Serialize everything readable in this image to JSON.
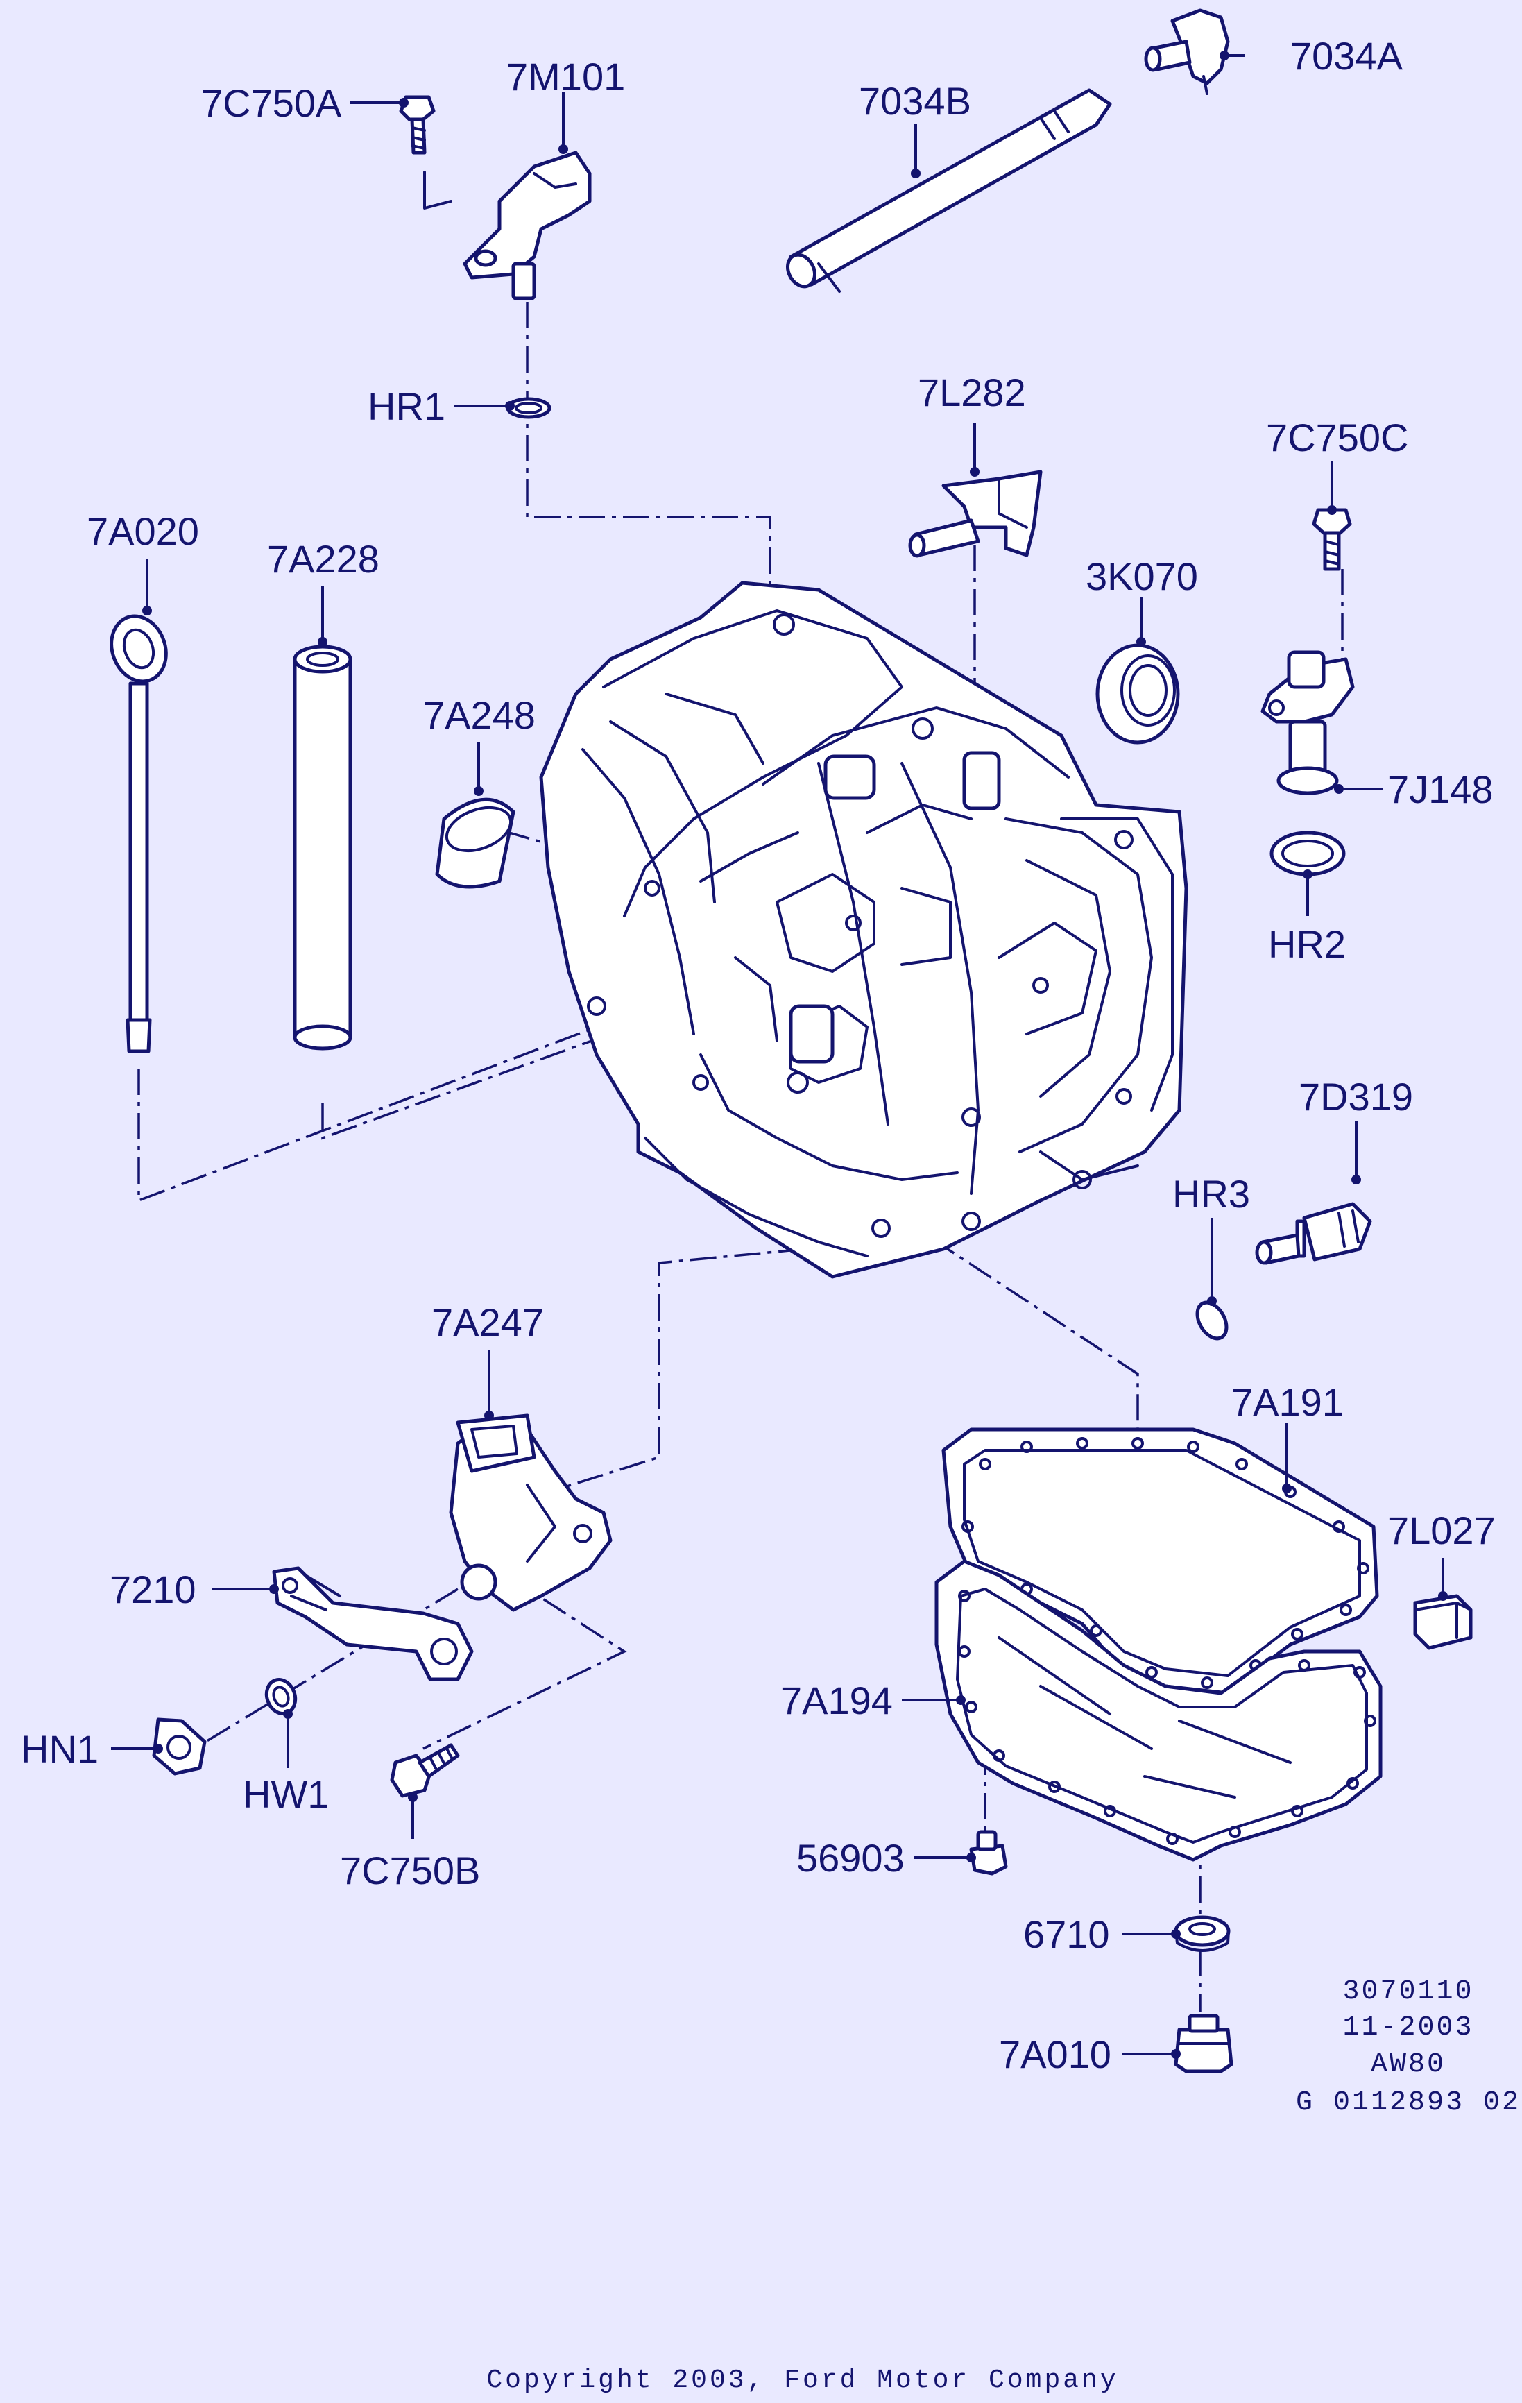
{
  "colors": {
    "background": "#e9e9ff",
    "ink": "#14146e"
  },
  "labels": {
    "p7C750A": "7C750A",
    "p7M101": "7M101",
    "p7034B": "7034B",
    "p7034A": "7034A",
    "pHR1": "HR1",
    "p7L282": "7L282",
    "p7C750C": "7C750C",
    "p7A020": "7A020",
    "p7A228": "7A228",
    "p3K070": "3K070",
    "p7A248": "7A248",
    "p7J148": "7J148",
    "pHR2": "HR2",
    "p7D319": "7D319",
    "pHR3": "HR3",
    "p7A247": "7A247",
    "p7A191": "7A191",
    "p7L027": "7L027",
    "p7210": "7210",
    "p7A194": "7A194",
    "pHN1": "HN1",
    "pHW1": "HW1",
    "p7C750B": "7C750B",
    "p56903": "56903",
    "p6710": "6710",
    "p7A010": "7A010"
  },
  "meta": {
    "line1": "3070110",
    "line2": "11-2003",
    "line3": "AW80",
    "line4": "G 0112893 02"
  },
  "copyright": "Copyright 2003, Ford Motor Company"
}
